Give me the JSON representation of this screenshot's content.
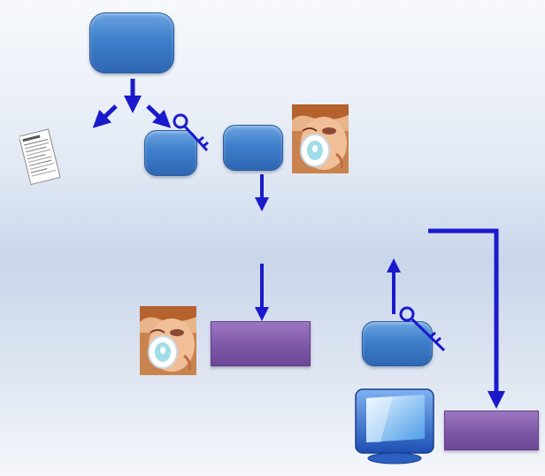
{
  "diagram": {
    "title": "",
    "colors": {
      "node_blue": "#3f7fcb",
      "box_purple": "#7e58a8",
      "arrow": "#1a1acc",
      "background": "#d3ddee"
    },
    "elements": [
      {
        "name": "top-node",
        "shape": "rounded-rect",
        "label": ""
      },
      {
        "name": "mid-left-node",
        "shape": "rounded-rect",
        "label": ""
      },
      {
        "name": "mid-right-node",
        "shape": "rounded-rect",
        "label": ""
      },
      {
        "name": "lower-right-node",
        "shape": "rounded-rect",
        "label": ""
      },
      {
        "name": "left-box",
        "shape": "rectangle",
        "label": ""
      },
      {
        "name": "bottom-right-box",
        "shape": "rectangle",
        "label": ""
      }
    ],
    "icons": [
      "document-icon",
      "key-icon",
      "face-photo",
      "monitor-icon"
    ]
  }
}
